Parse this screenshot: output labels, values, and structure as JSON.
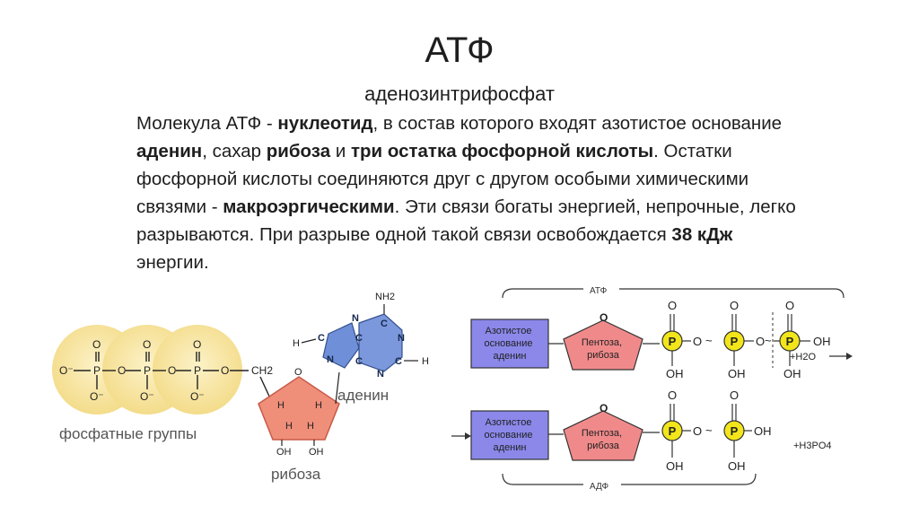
{
  "slide": {
    "title": "АТФ",
    "subtitle": "аденозинтрифосфат",
    "paragraph": [
      {
        "text": "Молекула АТФ - ",
        "bold": false
      },
      {
        "text": "нуклеотид",
        "bold": true
      },
      {
        "text": ", в состав которого входят азотистое основание ",
        "bold": false
      },
      {
        "text": "аденин",
        "bold": true
      },
      {
        "text": ", сахар ",
        "bold": false
      },
      {
        "text": "рибоза",
        "bold": true
      },
      {
        "text": " и ",
        "bold": false
      },
      {
        "text": "три остатка фосфорной кислоты",
        "bold": true
      },
      {
        "text": ". Остатки фосфорной кислоты соединяются друг с другом особыми химическими связями - ",
        "bold": false
      },
      {
        "text": "макроэргическими",
        "bold": true
      },
      {
        "text": ". Эти связи богаты энергией, непрочные, легко разрываются. При разрыве одной такой связи освобождается ",
        "bold": false
      },
      {
        "text": "38 кДж",
        "bold": true
      },
      {
        "text": " энергии.",
        "bold": false
      }
    ]
  },
  "molecule": {
    "phosphate_label": "фосфатные группы",
    "ribose_label": "рибоза",
    "adenine_label": "аденин",
    "amine": "NH2",
    "atoms": {
      "P": "P",
      "O": "O",
      "O_minus": "O⁻",
      "CH2": "CH2",
      "H": "H",
      "OH": "OH",
      "N": "N",
      "C": "C"
    }
  },
  "scheme": {
    "atp_label": "АТФ",
    "adp_label": "АДФ",
    "base_label": [
      "Азотистое",
      "основание",
      "аденин"
    ],
    "sugar_label": [
      "Пентоза,",
      "рибоза"
    ],
    "P": "P",
    "O": "O",
    "OH": "OH",
    "tilde": "~",
    "water": "+H2O",
    "phosphoric": "+H3PO4",
    "colors": {
      "base_fill": "#8b88ea",
      "sugar_fill": "#f08a8a",
      "p_fill": "#f2e61a"
    }
  }
}
